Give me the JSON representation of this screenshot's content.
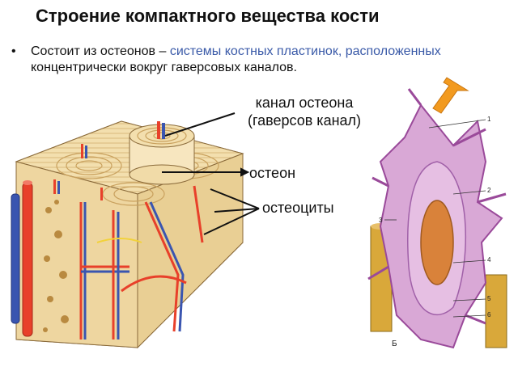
{
  "slide": {
    "title": "Строение компактного вещества кости",
    "bullet": {
      "lead": "Состоит из остеонов –",
      "highlight": "системы костных пластинок, расположенных",
      "rest": "концентрически вокруг гаверсовых каналов."
    }
  },
  "labels": {
    "canal_line1": "канал остеона",
    "canal_line2": "(гаверсов канал)",
    "osteon": "остеон",
    "osteocytes": "остеоциты"
  },
  "micrograph": {
    "numbers": [
      "1",
      "2",
      "3",
      "4",
      "5",
      "6"
    ],
    "letter": "Б"
  },
  "colors": {
    "arrow_orange": "#f29a1f",
    "vessel_red": "#e8402a",
    "vessel_blue": "#3a55b0",
    "bone_cream": "#f1dca8",
    "cell_purple": "#b070b8",
    "nucleus_orange": "#d9823a"
  }
}
